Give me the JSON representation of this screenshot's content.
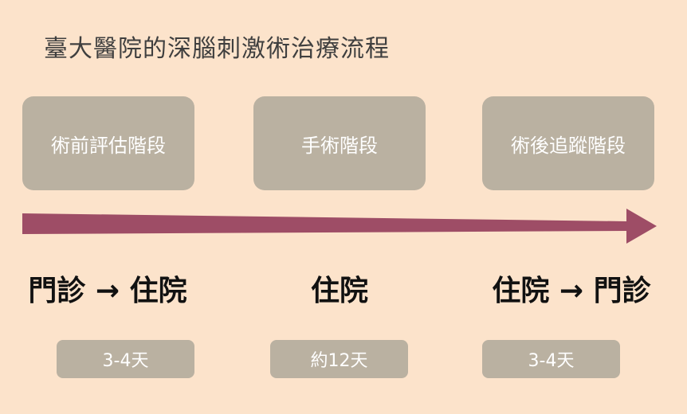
{
  "title": "臺大醫院的深腦刺激術治療流程",
  "stages": [
    {
      "label": "術前評估階段",
      "status": "門診 → 住院",
      "duration": "3-4天"
    },
    {
      "label": "手術階段",
      "status": "住院",
      "duration": "約12天"
    },
    {
      "label": "術後追蹤階段",
      "status": "住院 → 門診",
      "duration": "3-4天"
    }
  ],
  "colors": {
    "background": "#fce3cb",
    "box": "#bab1a1",
    "arrow": "#9e4d66",
    "title": "#3f3f3f"
  }
}
